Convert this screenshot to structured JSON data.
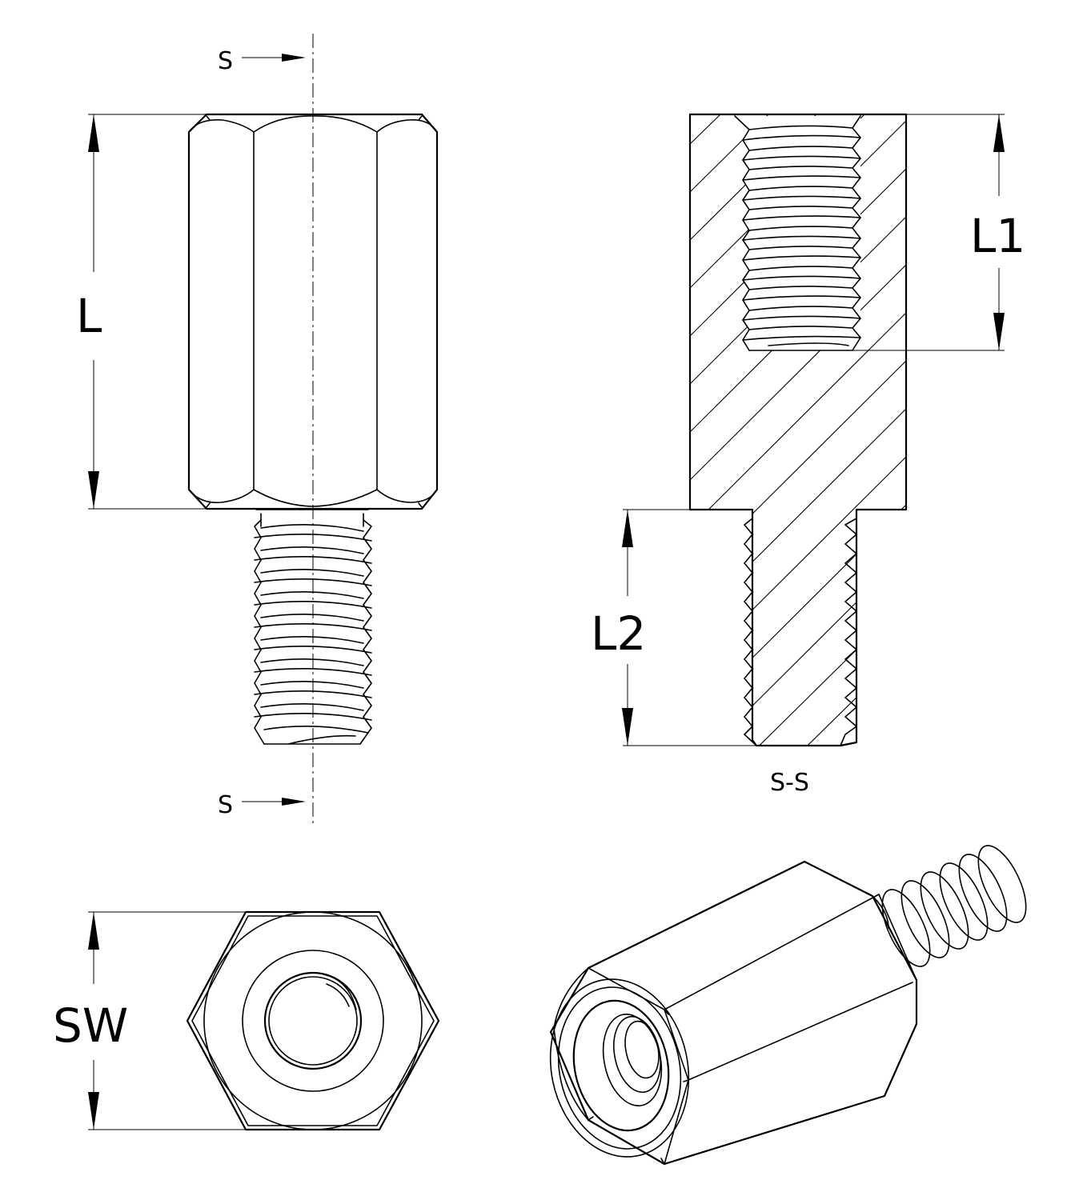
{
  "labels": {
    "length": "L",
    "thread_length_internal": "L1",
    "thread_length_external": "L2",
    "width_across_flats": "SW",
    "section_marker_top": "S",
    "section_marker_bottom": "S",
    "section_caption": "S-S"
  }
}
